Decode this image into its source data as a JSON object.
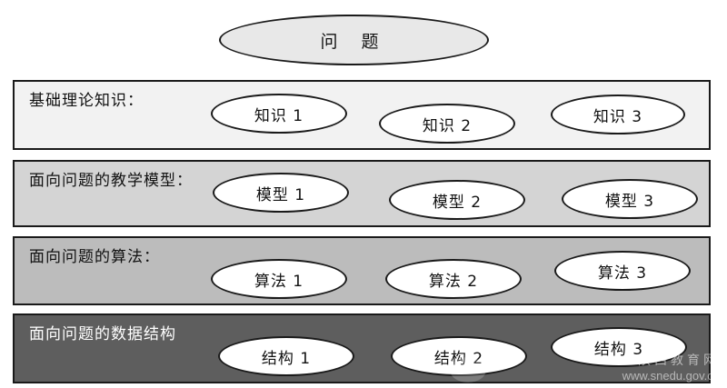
{
  "top": {
    "label": "问 题"
  },
  "layers": [
    {
      "title": "基础理论知识：",
      "items": [
        "知识 1",
        "知识 2",
        "知识 3"
      ]
    },
    {
      "title": "面向问题的教学模型：",
      "items": [
        "模型 1",
        "模型 2",
        "模型 3"
      ]
    },
    {
      "title": "面向问题的算法：",
      "items": [
        "算法 1",
        "算法 2",
        "算法 3"
      ]
    },
    {
      "title": "面向问题的数据结构",
      "items": [
        "结构 1",
        "结构 2",
        "结构 3"
      ]
    }
  ],
  "watermark": {
    "line1": "陕西教育网",
    "line2": "www.snedu.gov.cn"
  }
}
